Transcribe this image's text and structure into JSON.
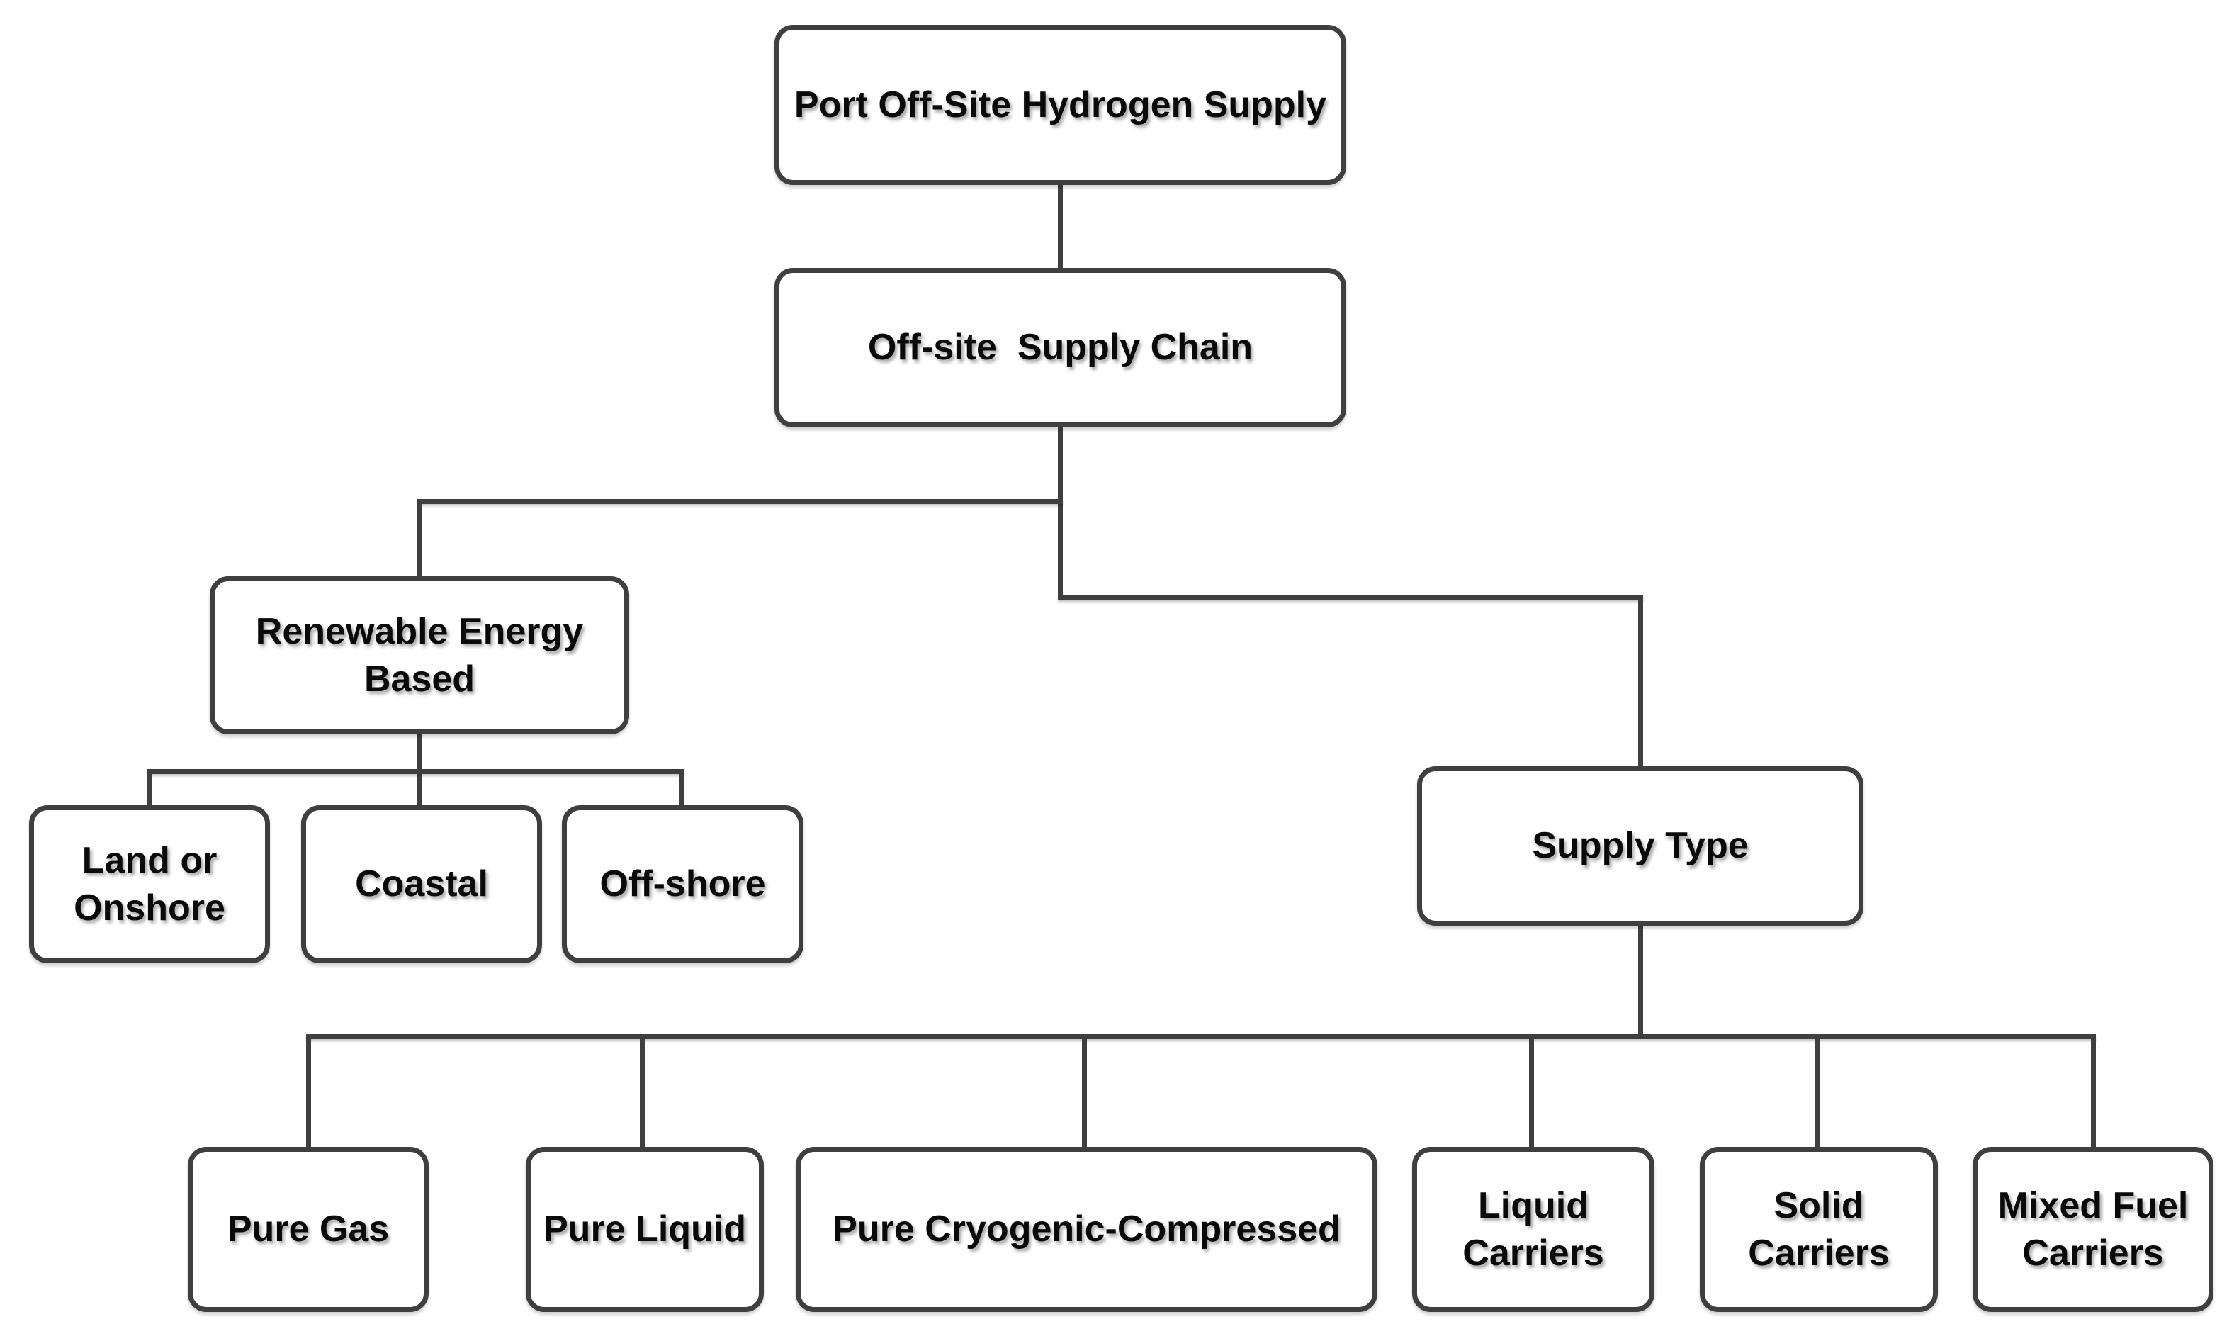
{
  "diagram": {
    "title_node": {
      "label": "Port Off-Site Hydrogen Supply"
    },
    "chain": {
      "label": "Off-site  Supply Chain"
    },
    "renewable": {
      "label": "Renewable Energy Based"
    },
    "land": {
      "label": "Land or Onshore"
    },
    "coastal": {
      "label": "Coastal"
    },
    "offshore": {
      "label": "Off-shore"
    },
    "supply_type": {
      "label": "Supply Type"
    },
    "pure_gas": {
      "label": "Pure Gas"
    },
    "pure_liquid": {
      "label": "Pure Liquid"
    },
    "pure_cryo": {
      "label": "Pure Cryogenic-Compressed"
    },
    "liquid_carriers": {
      "label": "Liquid Carriers"
    },
    "solid_carriers": {
      "label": "Solid Carriers"
    },
    "mixed_fuel": {
      "label": "Mixed Fuel Carriers"
    }
  },
  "colors": {
    "line": "#3f3f3f",
    "ink": "#0a0a0a",
    "background": "#ffffff"
  }
}
